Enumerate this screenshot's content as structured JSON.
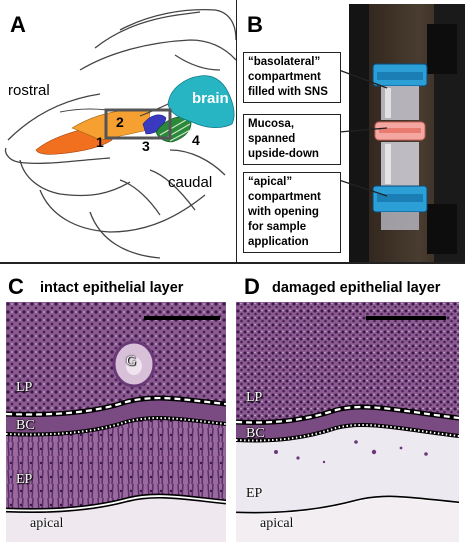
{
  "panel_a": {
    "letter": "A",
    "label_rostral": "rostral",
    "label_caudal": "caudal",
    "label_brain": "brain",
    "region_1": "1",
    "region_2": "2",
    "region_3": "3",
    "region_4": "4",
    "colors": {
      "brain": "#27b5c4",
      "region_1": "#f07020",
      "region_2": "#f5a030",
      "region_3": "#3a3ac0",
      "region_4": "#2a8a3a"
    }
  },
  "panel_b": {
    "letter": "B",
    "callout_top": [
      "“basolateral”",
      "compartment",
      "filled with SNS"
    ],
    "callout_mid": [
      "Mucosa,",
      "spanned",
      "upside-down"
    ],
    "callout_bottom": [
      "“apical”",
      "compartment",
      "with opening",
      "for sample",
      "application"
    ]
  },
  "panel_c": {
    "letter": "C",
    "caption": "intact epithelial layer",
    "labels": {
      "g": "G",
      "lp": "LP",
      "bc": "BC",
      "ep": "EP",
      "apical": "apical"
    }
  },
  "panel_d": {
    "letter": "D",
    "caption": "damaged epithelial layer",
    "labels": {
      "lp": "LP",
      "bc": "BC",
      "ep": "EP",
      "apical": "apical"
    }
  }
}
